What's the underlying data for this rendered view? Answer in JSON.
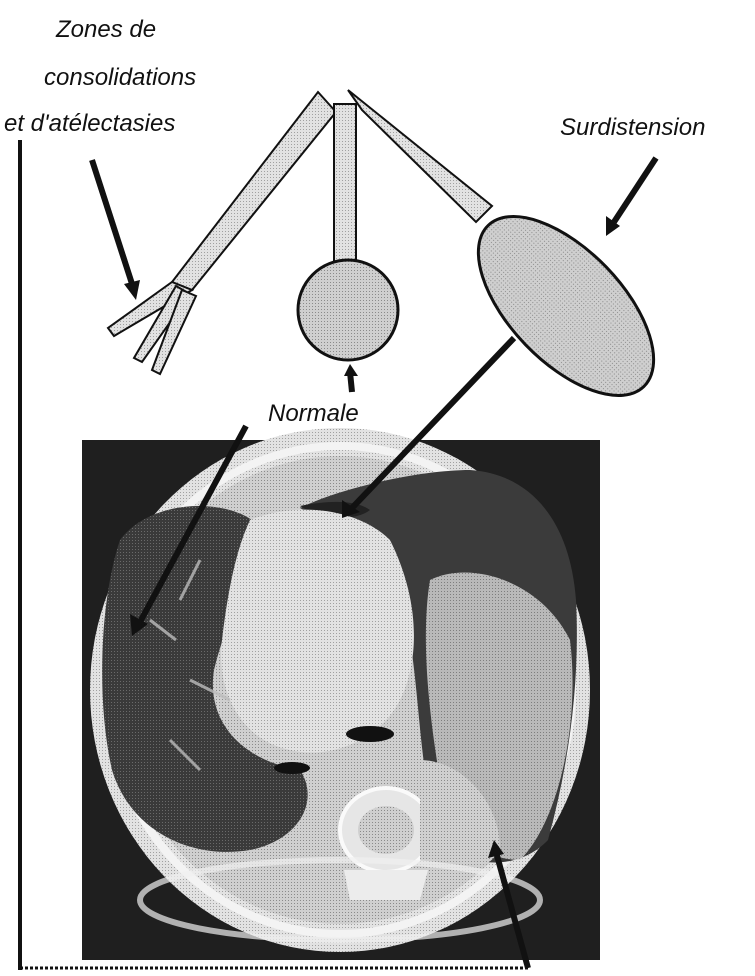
{
  "labels": {
    "consolidation_line1": "Zones de",
    "consolidation_line2": "consolidations",
    "consolidation_line3": "et d'atélectasies",
    "overdistension": "Surdistension",
    "normal": "Normale"
  },
  "colors": {
    "line": "#111111",
    "alveolus_fill": "#c9c9c9",
    "duct_fill": "#d2d2d2",
    "ct_dark": "#2b2b2b",
    "ct_lung": "#3d3d3d",
    "ct_tissue": "#cfcfcf",
    "ct_mid": "#a9a9a9"
  }
}
